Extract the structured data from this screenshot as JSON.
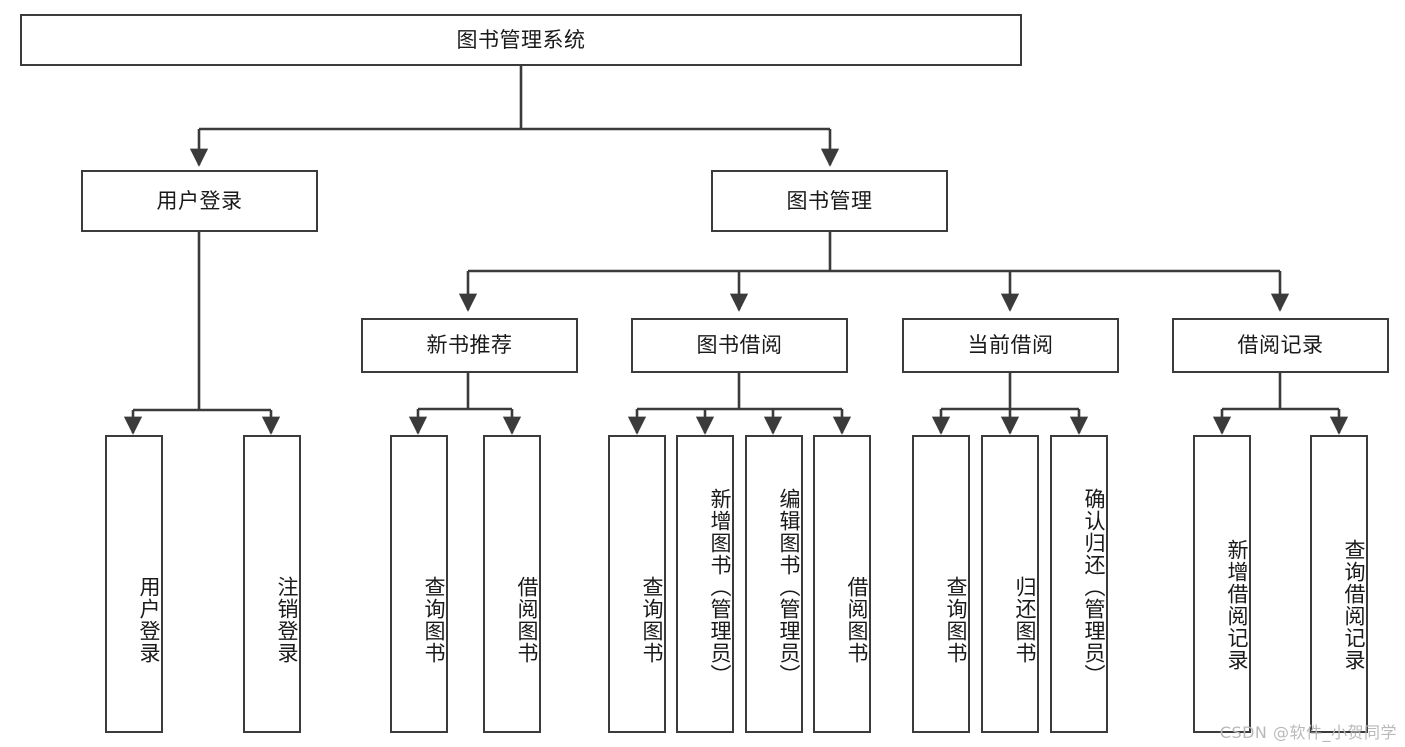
{
  "diagram": {
    "title": "图书管理系统",
    "watermark": "CSDN @软件_小贺同学",
    "line_color": "#3b3b3b",
    "box_fill": "#ffffff",
    "text_color": "#1a1a1a",
    "watermark_color": "#b9b9b9",
    "root": {
      "label": "图书管理系统"
    },
    "level2": [
      {
        "label": "用户登录"
      },
      {
        "label": "图书管理"
      }
    ],
    "level3": [
      {
        "label": "新书推荐"
      },
      {
        "label": "图书借阅"
      },
      {
        "label": "当前借阅"
      },
      {
        "label": "借阅记录"
      }
    ],
    "leaves": {
      "user_login": [
        {
          "label": "用户登录"
        },
        {
          "label": "注销登录"
        }
      ],
      "new_book": [
        {
          "label": "查询图书"
        },
        {
          "label": "借阅图书"
        }
      ],
      "book_borrow": [
        {
          "label": "查询图书"
        },
        {
          "label": "新增图书（管理员）"
        },
        {
          "label": "编辑图书（管理员）"
        },
        {
          "label": "借阅图书"
        }
      ],
      "current_borrow": [
        {
          "label": "查询图书"
        },
        {
          "label": "归还图书"
        },
        {
          "label": "确认归还（管理员）"
        }
      ],
      "borrow_record": [
        {
          "label": "新增借阅记录"
        },
        {
          "label": "查询借阅记录"
        }
      ]
    }
  }
}
